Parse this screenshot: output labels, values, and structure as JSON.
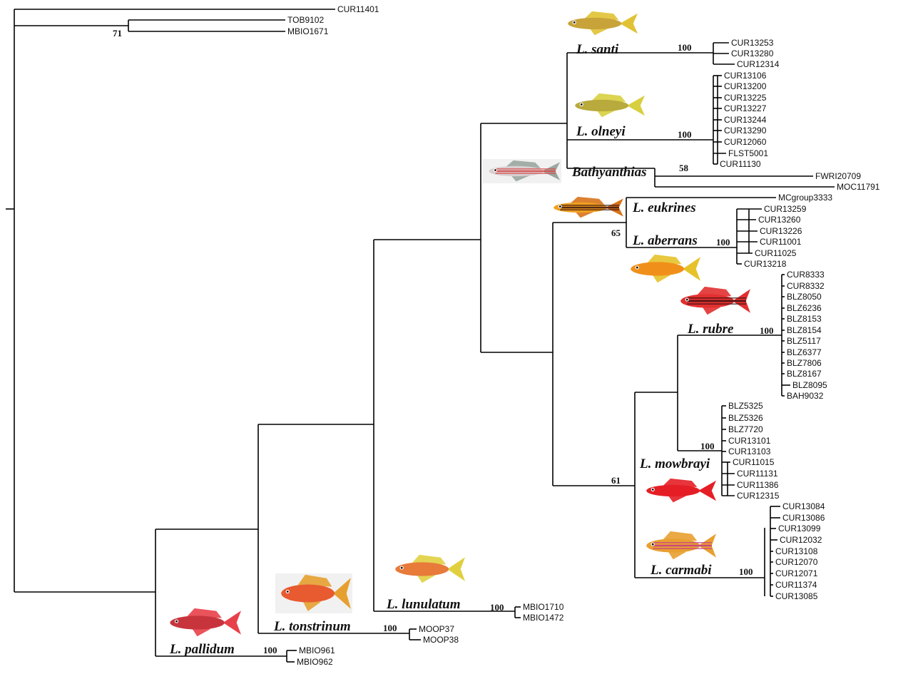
{
  "species": [
    {
      "id": "santi",
      "name": "L. santi",
      "body": "#c8a33a",
      "fin": "#e0c234",
      "stripe": ""
    },
    {
      "id": "olneyi",
      "name": "L. olneyi",
      "body": "#b8aa3c",
      "fin": "#d8cf40",
      "stripe": ""
    },
    {
      "id": "bathyanthias",
      "name": "Bathyanthias",
      "body": "#d8cfd0",
      "fin": "#9aa6a0",
      "stripe": "#d84a4a"
    },
    {
      "id": "eukrines",
      "name": "L. eukrines",
      "body": "#f0a020",
      "fin": "#d8731a",
      "stripe": "#3b1410"
    },
    {
      "id": "aberrans",
      "name": "L. aberrans",
      "body": "#f0901a",
      "fin": "#e6c22a",
      "stripe": ""
    },
    {
      "id": "rubre",
      "name": "L. rubre",
      "body": "#e23030",
      "fin": "#e23030",
      "stripe": "#3b1010"
    },
    {
      "id": "mowbrayi",
      "name": "L. mowbrayi",
      "body": "#e51e26",
      "fin": "#e51e26",
      "stripe": ""
    },
    {
      "id": "carmabi",
      "name": "L. carmabi",
      "body": "#e8a030",
      "fin": "#e8a030",
      "stripe": "#c43a8a"
    },
    {
      "id": "lunulatum",
      "name": "L. lunulatum",
      "body": "#e87a3a",
      "fin": "#e0d040",
      "stripe": ""
    },
    {
      "id": "tonstrinum",
      "name": "L. tonstrinum",
      "body": "#e85a30",
      "fin": "#e6a030",
      "stripe": ""
    },
    {
      "id": "pallidum",
      "name": "L. pallidum",
      "body": "#c8343c",
      "fin": "#e8404a",
      "stripe": ""
    }
  ],
  "support": {
    "outgroup_pair": "71",
    "santi": "100",
    "olneyi": "100",
    "bathyanthias": "58",
    "aberrans": "100",
    "eukrines_aberrans": "65",
    "rubre": "100",
    "mowbrayi": "100",
    "rubre_mowbrayi_carmabi": "61",
    "carmabi": "100",
    "lunulatum": "100",
    "tonstrinum": "100",
    "pallidum": "100"
  },
  "tips": {
    "outgroup": [
      "CUR11401",
      "TOB9102",
      "MBIO1671"
    ],
    "santi": [
      "CUR13253",
      "CUR13280",
      "CUR12314"
    ],
    "olneyi": [
      "CUR13106",
      "CUR13200",
      "CUR13225",
      "CUR13227",
      "CUR13244",
      "CUR13290",
      "CUR12060",
      "FLST5001",
      "CUR11130"
    ],
    "bathyanthias": [
      "FWRI20709",
      "MOC11791"
    ],
    "eukrines": [
      "MCgroup3333"
    ],
    "aberrans": [
      "CUR13259",
      "CUR13260",
      "CUR13226",
      "CUR11001",
      "CUR11025",
      "CUR13218"
    ],
    "rubre": [
      "CUR8333",
      "CUR8332",
      "BLZ8050",
      "BLZ6236",
      "BLZ8153",
      "BLZ8154",
      "BLZ5117",
      "BLZ6377",
      "BLZ7806",
      "BLZ8167",
      "BLZ8095",
      "BAH9032"
    ],
    "mowbrayi": [
      "BLZ5325",
      "BLZ5326",
      "BLZ7720",
      "CUR13101",
      "CUR13103",
      "CUR11015",
      "CUR11131",
      "CUR11386",
      "CUR12315"
    ],
    "carmabi": [
      "CUR13084",
      "CUR13086",
      "CUR13099",
      "CUR12032",
      "CUR13108",
      "CUR12070",
      "CUR12071",
      "CUR11374",
      "CUR13085"
    ],
    "lunulatum": [
      "MBIO1710",
      "MBIO1472"
    ],
    "tonstrinum": [
      "MOOP37",
      "MOOP38"
    ],
    "pallidum": [
      "MBIO961",
      "MBIO962"
    ]
  }
}
